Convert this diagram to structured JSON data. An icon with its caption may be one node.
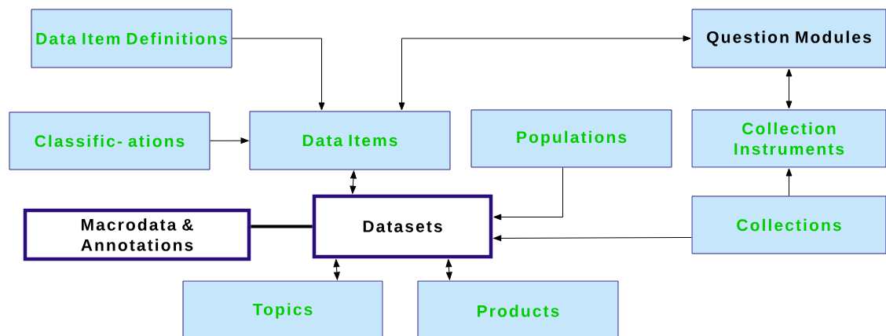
{
  "diagram": {
    "nodes": [
      {
        "text": [
          "Data Item Definitions"
        ]
      },
      {
        "text": [
          "Classific- ations"
        ]
      },
      {
        "text": [
          "Data Items"
        ]
      },
      {
        "text": [
          "Populations"
        ]
      },
      {
        "text": [
          "Question Modules"
        ]
      },
      {
        "text": [
          "Collection Instruments"
        ]
      },
      {
        "text": [
          "Macrodata & Annotations"
        ]
      },
      {
        "text": [
          "Datasets"
        ]
      },
      {
        "text": [
          "Collections"
        ]
      },
      {
        "text": [
          "Topics"
        ]
      },
      {
        "text": [
          "Products"
        ]
      }
    ],
    "edges": [
      {
        "from": 0,
        "to": 2,
        "arrow": "to"
      },
      {
        "from": 2,
        "to": 4,
        "arrow": "both"
      },
      {
        "from": 1,
        "to": 2,
        "arrow": "to"
      },
      {
        "from": 2,
        "to": 7,
        "arrow": "both"
      },
      {
        "from": 6,
        "to": 7,
        "arrow": "none",
        "style": "thick"
      },
      {
        "from": 3,
        "to": 7,
        "arrow": "to"
      },
      {
        "from": 8,
        "to": 7,
        "arrow": "to"
      },
      {
        "from": 8,
        "to": 5,
        "arrow": "to"
      },
      {
        "from": 5,
        "to": 4,
        "arrow": "both"
      },
      {
        "from": 7,
        "to": 9,
        "arrow": "both"
      },
      {
        "from": 7,
        "to": 10,
        "arrow": "both"
      }
    ]
  }
}
